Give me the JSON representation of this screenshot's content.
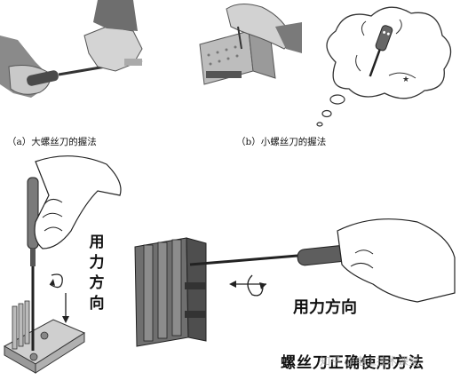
{
  "captions": {
    "a": "（a）大螺丝刀的握法",
    "b": "（b）小螺丝刀的握法"
  },
  "labels": {
    "force_vertical": [
      "用",
      "力",
      "方",
      "向"
    ],
    "force_horizontal": "用力方向",
    "title": "螺丝刀正确使用方法"
  },
  "watermark": "知乎 @电工技术课堂"
}
